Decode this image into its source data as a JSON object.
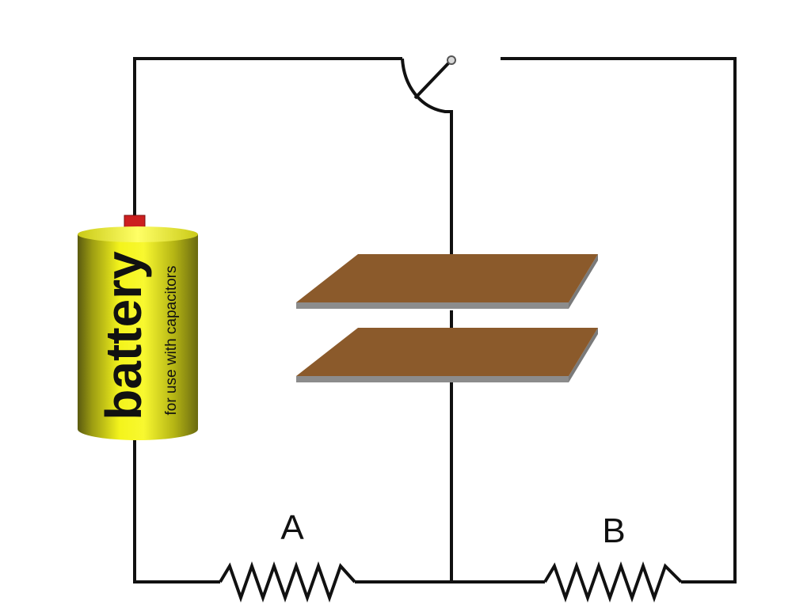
{
  "battery": {
    "title": "battery",
    "subtitle": "for use with capacitors"
  },
  "resistors": {
    "a_label": "A",
    "b_label": "B"
  },
  "colors": {
    "wire": "#111111",
    "battery_body": "#e6e600",
    "battery_terminal": "#cc1f1f",
    "plate_top": "#8b5a2b",
    "plate_edge": "#8a8a8a"
  }
}
